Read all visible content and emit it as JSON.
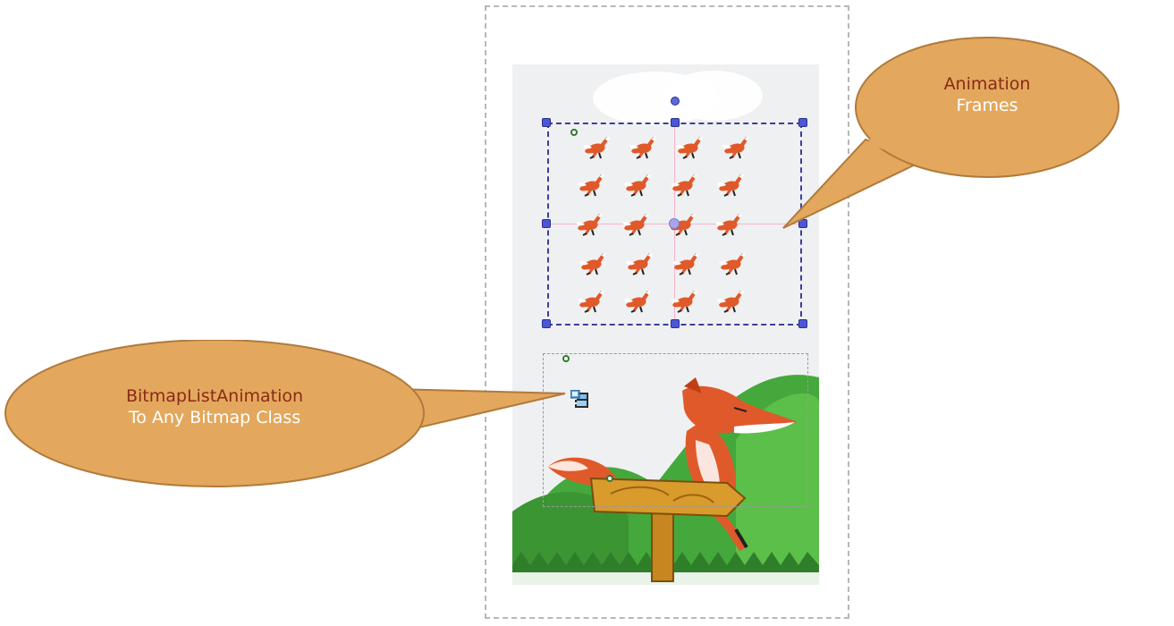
{
  "callouts": {
    "top": {
      "line1": "Animation",
      "line2": "Frames"
    },
    "left": {
      "line1": "BitmapListAnimation",
      "line2": "To Any Bitmap Class"
    }
  },
  "colors": {
    "callout_fill": "#e3a85d",
    "callout_stroke": "#b07a3c",
    "callout_text_dark": "#8a2a16",
    "callout_text_light": "#ffffff",
    "selection_border": "#3b3f9a",
    "handle": "#4b57d6",
    "grass": "#3e9a36",
    "fox": "#e0592a"
  },
  "icons": {
    "animation_component": "film-strip-icon"
  }
}
